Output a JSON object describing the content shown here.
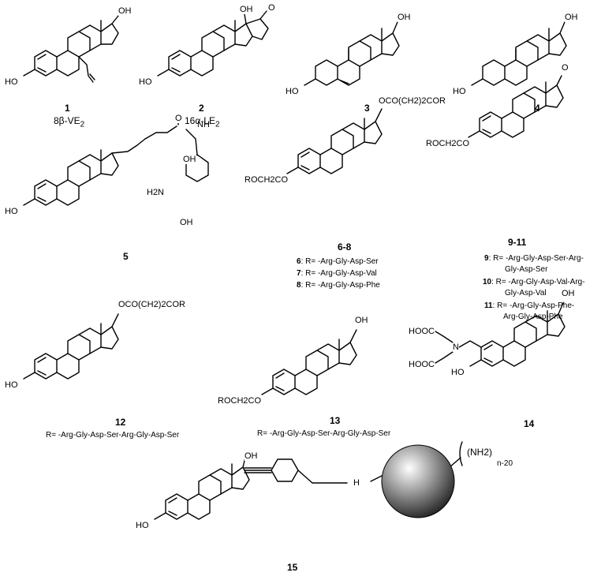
{
  "compounds": [
    {
      "id": "c1",
      "number": "1",
      "caption_main": "8β-VE",
      "caption_sub": "2"
    },
    {
      "id": "c2",
      "number": "2",
      "caption_main": "16α-LE",
      "caption_sub": "2"
    },
    {
      "id": "c3",
      "number": "3"
    },
    {
      "id": "c4",
      "number": "4"
    },
    {
      "id": "c5",
      "number": "5"
    },
    {
      "id": "c6",
      "number": "6-8",
      "variants": [
        {
          "num": "6",
          "text": ": R= -Arg-Gly-Asp-Ser"
        },
        {
          "num": "7",
          "text": ": R= -Arg-Gly-Asp-Val"
        },
        {
          "num": "8",
          "text": ": R= -Arg-Gly-Asp-Phe"
        }
      ]
    },
    {
      "id": "c9",
      "number": "9-11",
      "variants": [
        {
          "num": "9",
          "text": ": R= -Arg-Gly-Asp-Ser-Arg-",
          "cont": "Gly-Asp-Ser"
        },
        {
          "num": "10",
          "text": ": R= -Arg-Gly-Asp-Val-Arg-",
          "cont": "Gly-Asp-Val"
        },
        {
          "num": "11",
          "text": ": R= -Arg-Gly-Asp-Phe-",
          "cont": "Arg-Gly-Asp-Phe"
        }
      ]
    },
    {
      "id": "c12",
      "number": "12",
      "r_line": "R= -Arg-Gly-Asp-Ser-Arg-Gly-Asp-Ser"
    },
    {
      "id": "c13",
      "number": "13",
      "r_line": "R= -Arg-Gly-Asp-Ser-Arg-Gly-Asp-Ser"
    },
    {
      "id": "c14",
      "number": "14"
    },
    {
      "id": "c15",
      "number": "15"
    }
  ],
  "atom_labels": {
    "oh": "OH",
    "ho": "HO",
    "o": "O",
    "nh": "NH",
    "h2n": "H2N",
    "n": "N",
    "h": "H",
    "hooc": "HOOC",
    "rch2o": "ROCH2CO",
    "ester_6": "OCO(CH2)2COR",
    "nh2_group": "(NH2)",
    "nh2_sub": "n-20"
  },
  "colors": {
    "ink": "#000000",
    "bead_light": "#ffffff",
    "bead_dark": "#1a1a1a"
  }
}
